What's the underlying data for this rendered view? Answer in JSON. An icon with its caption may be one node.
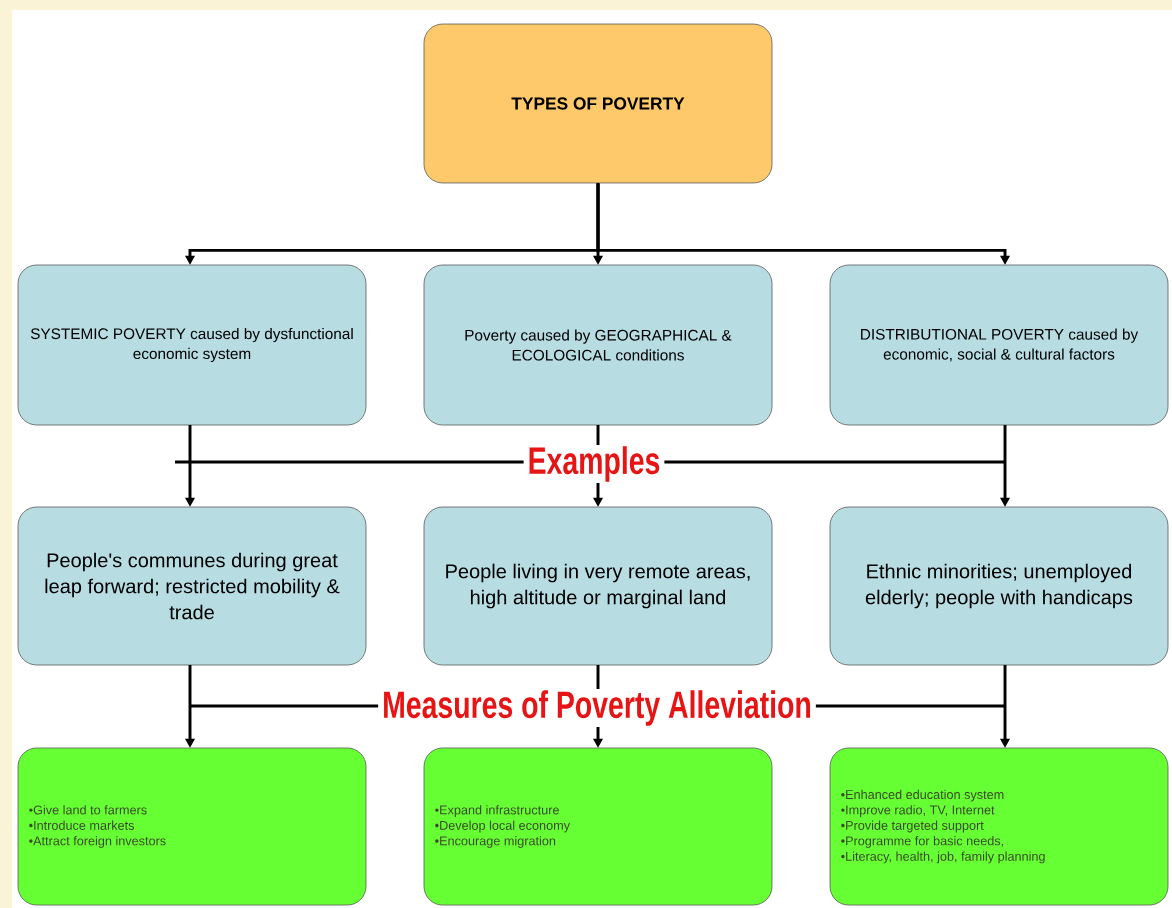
{
  "diagram": {
    "nodes": [
      {
        "text": [
          "TYPES OF POVERTY"
        ]
      },
      {
        "text": [
          "SYSTEMIC POVERTY caused by dysfunctional economic system"
        ]
      },
      {
        "text": [
          "Poverty caused by GEOGRAPHICAL & ECOLOGICAL conditions"
        ]
      },
      {
        "text": [
          "DISTRIBUTIONAL POVERTY caused by economic, social & cultural factors"
        ]
      },
      {
        "text": [
          "People's communes during great leap forward; restricted mobility & trade"
        ]
      },
      {
        "text": [
          "People living in very remote areas, high altitude or marginal land"
        ]
      },
      {
        "text": [
          "Ethnic minorities; unemployed elderly; people with handicaps"
        ]
      },
      {
        "text": [
          "•Give land to farmers",
          "•Introduce markets",
          "•Attract foreign investors"
        ]
      },
      {
        "text": [
          "•Expand infrastructure",
          "•Develop local economy",
          "•Encourage migration"
        ]
      },
      {
        "text": [
          "•Enhanced education system",
          "•Improve radio, TV, Internet",
          "•Provide targeted support",
          "•Programme for basic needs,",
          "•Literacy, health, job, family planning"
        ]
      }
    ],
    "edges": [
      {
        "from": 0,
        "to": 1,
        "arrow": "to"
      },
      {
        "from": 0,
        "to": 2,
        "arrow": "to"
      },
      {
        "from": 0,
        "to": 3,
        "arrow": "to"
      },
      {
        "from": 1,
        "to": 4,
        "arrow": "to"
      },
      {
        "from": 2,
        "to": 5,
        "arrow": "to"
      },
      {
        "from": 3,
        "to": 6,
        "arrow": "to"
      },
      {
        "from": 4,
        "to": 7,
        "arrow": "to"
      },
      {
        "from": 5,
        "to": 8,
        "arrow": "to"
      },
      {
        "from": 6,
        "to": 9,
        "arrow": "to"
      }
    ],
    "labels": [
      "Examples",
      "Measures of Poverty Alleviation"
    ]
  }
}
